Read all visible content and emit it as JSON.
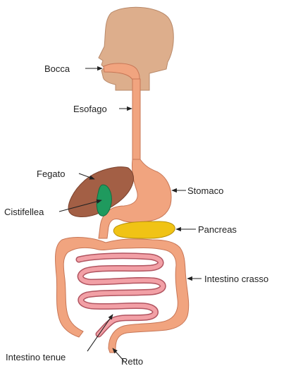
{
  "labels": {
    "mouth": "Bocca",
    "esophagus": "Esofago",
    "liver": "Fegato",
    "gallbladder": "Cistifellea",
    "stomach": "Stomaco",
    "pancreas": "Pancreas",
    "large_intestine": "Intestino crasso",
    "small_intestine": "Intestino tenue",
    "rectum": "Retto"
  },
  "colors": {
    "head": "#DDAE8C",
    "head_outline": "#B8896A",
    "tract": "#F1A47F",
    "tract_outline": "#C77656",
    "small_intestine": "#F2A0A6",
    "small_intestine_outline": "#B15460",
    "liver": "#A35F45",
    "gallbladder": "#1F9A5E",
    "pancreas": "#F0C315",
    "text": "#222222"
  }
}
